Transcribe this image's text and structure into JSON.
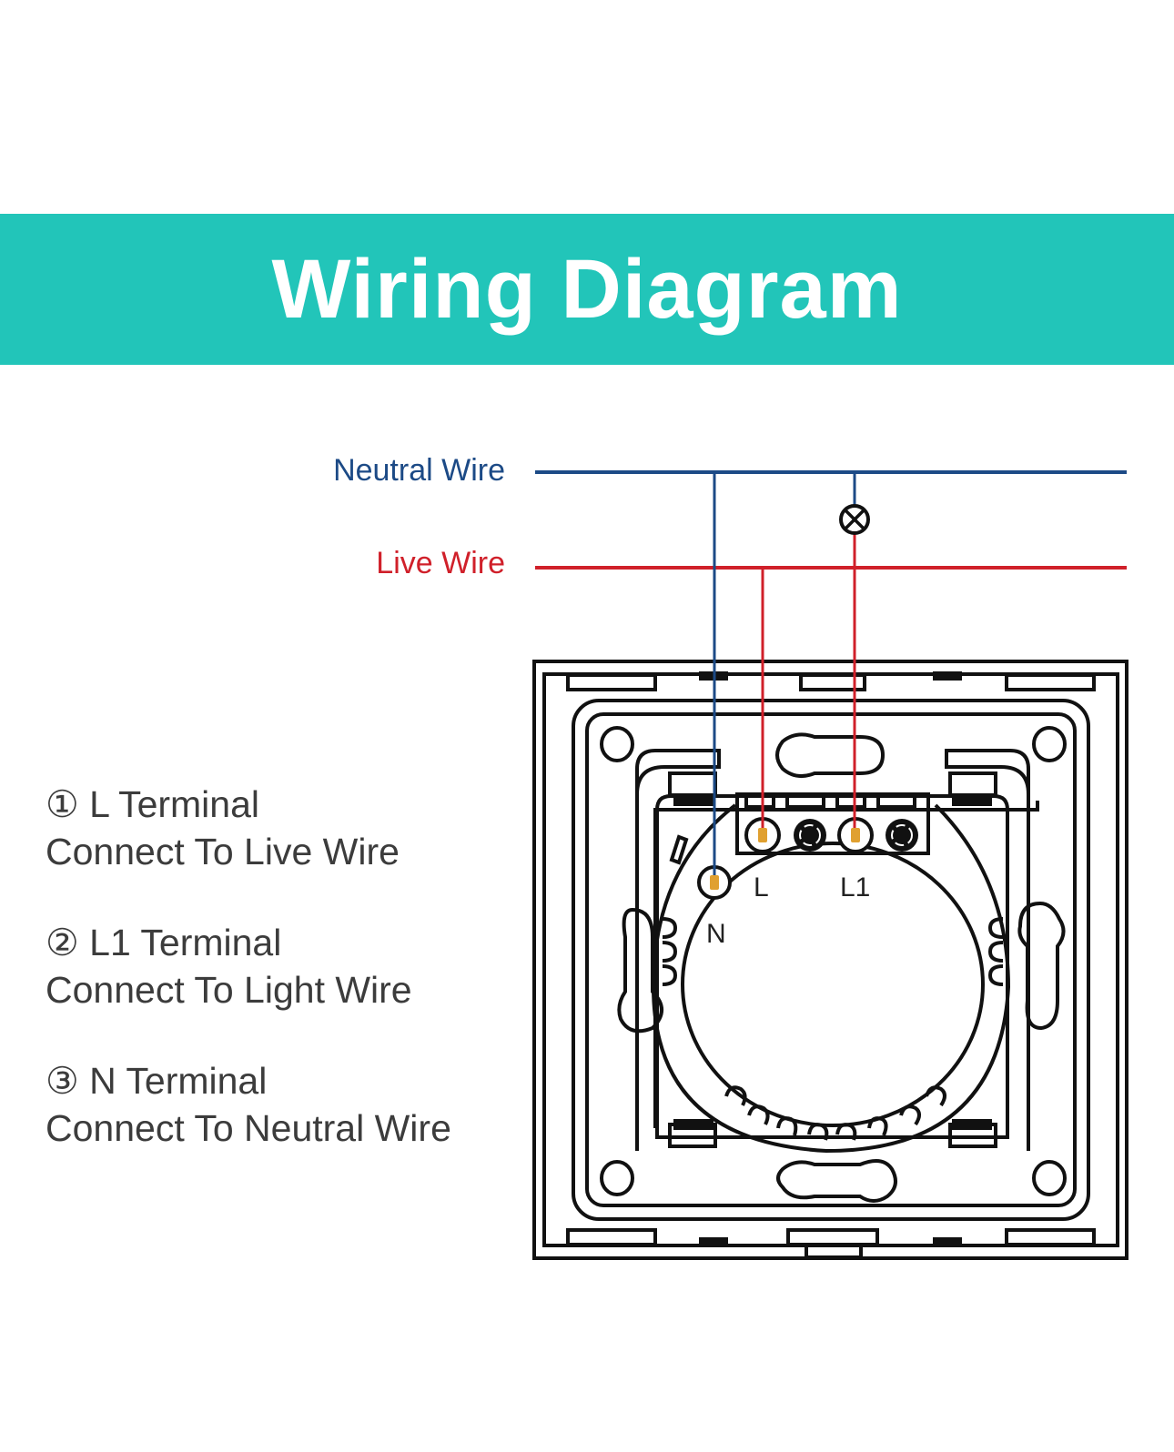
{
  "header": {
    "title": "Wiring Diagram",
    "background_color": "#22c5b9"
  },
  "wires": {
    "neutral": {
      "label": "Neutral Wire",
      "color": "#1c4a86"
    },
    "live": {
      "label": "Live Wire",
      "color": "#d0202a"
    }
  },
  "load": {
    "symbol": "lamp-icon"
  },
  "terminals": {
    "l": "L",
    "l1": "L1",
    "n": "N"
  },
  "instructions": [
    {
      "title": "① L Terminal",
      "detail": "Connect To Live Wire"
    },
    {
      "title": "② L1 Terminal",
      "detail": "Connect To Light Wire"
    },
    {
      "title": "③ N Terminal",
      "detail": "Connect To Neutral Wire"
    }
  ]
}
